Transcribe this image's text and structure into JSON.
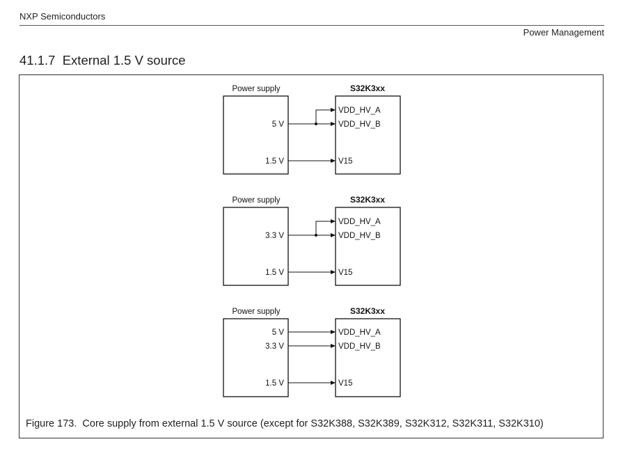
{
  "header": {
    "company": "NXP Semiconductors",
    "chapter": "Power Management"
  },
  "section": {
    "title": "41.1.7  External 1.5 V source"
  },
  "figure": {
    "caption": "Figure 173.  Core supply from external 1.5 V source (except for S32K388, S32K389, S32K312, S32K311, S32K310)",
    "diagrams": [
      {
        "supply_label": "Power supply",
        "chip_label": "S32K3xx",
        "supply_voltages": [
          "5 V",
          "1.5 V"
        ],
        "chip_pins": [
          "VDD_HV_A",
          "VDD_HV_B",
          "V15"
        ]
      },
      {
        "supply_label": "Power supply",
        "chip_label": "S32K3xx",
        "supply_voltages": [
          "3.3 V",
          "1.5 V"
        ],
        "chip_pins": [
          "VDD_HV_A",
          "VDD_HV_B",
          "V15"
        ]
      },
      {
        "supply_label": "Power supply",
        "chip_label": "S32K3xx",
        "supply_voltages": [
          "5 V",
          "3.3 V",
          "1.5 V"
        ],
        "chip_pins": [
          "VDD_HV_A",
          "VDD_HV_B",
          "V15"
        ]
      }
    ]
  }
}
